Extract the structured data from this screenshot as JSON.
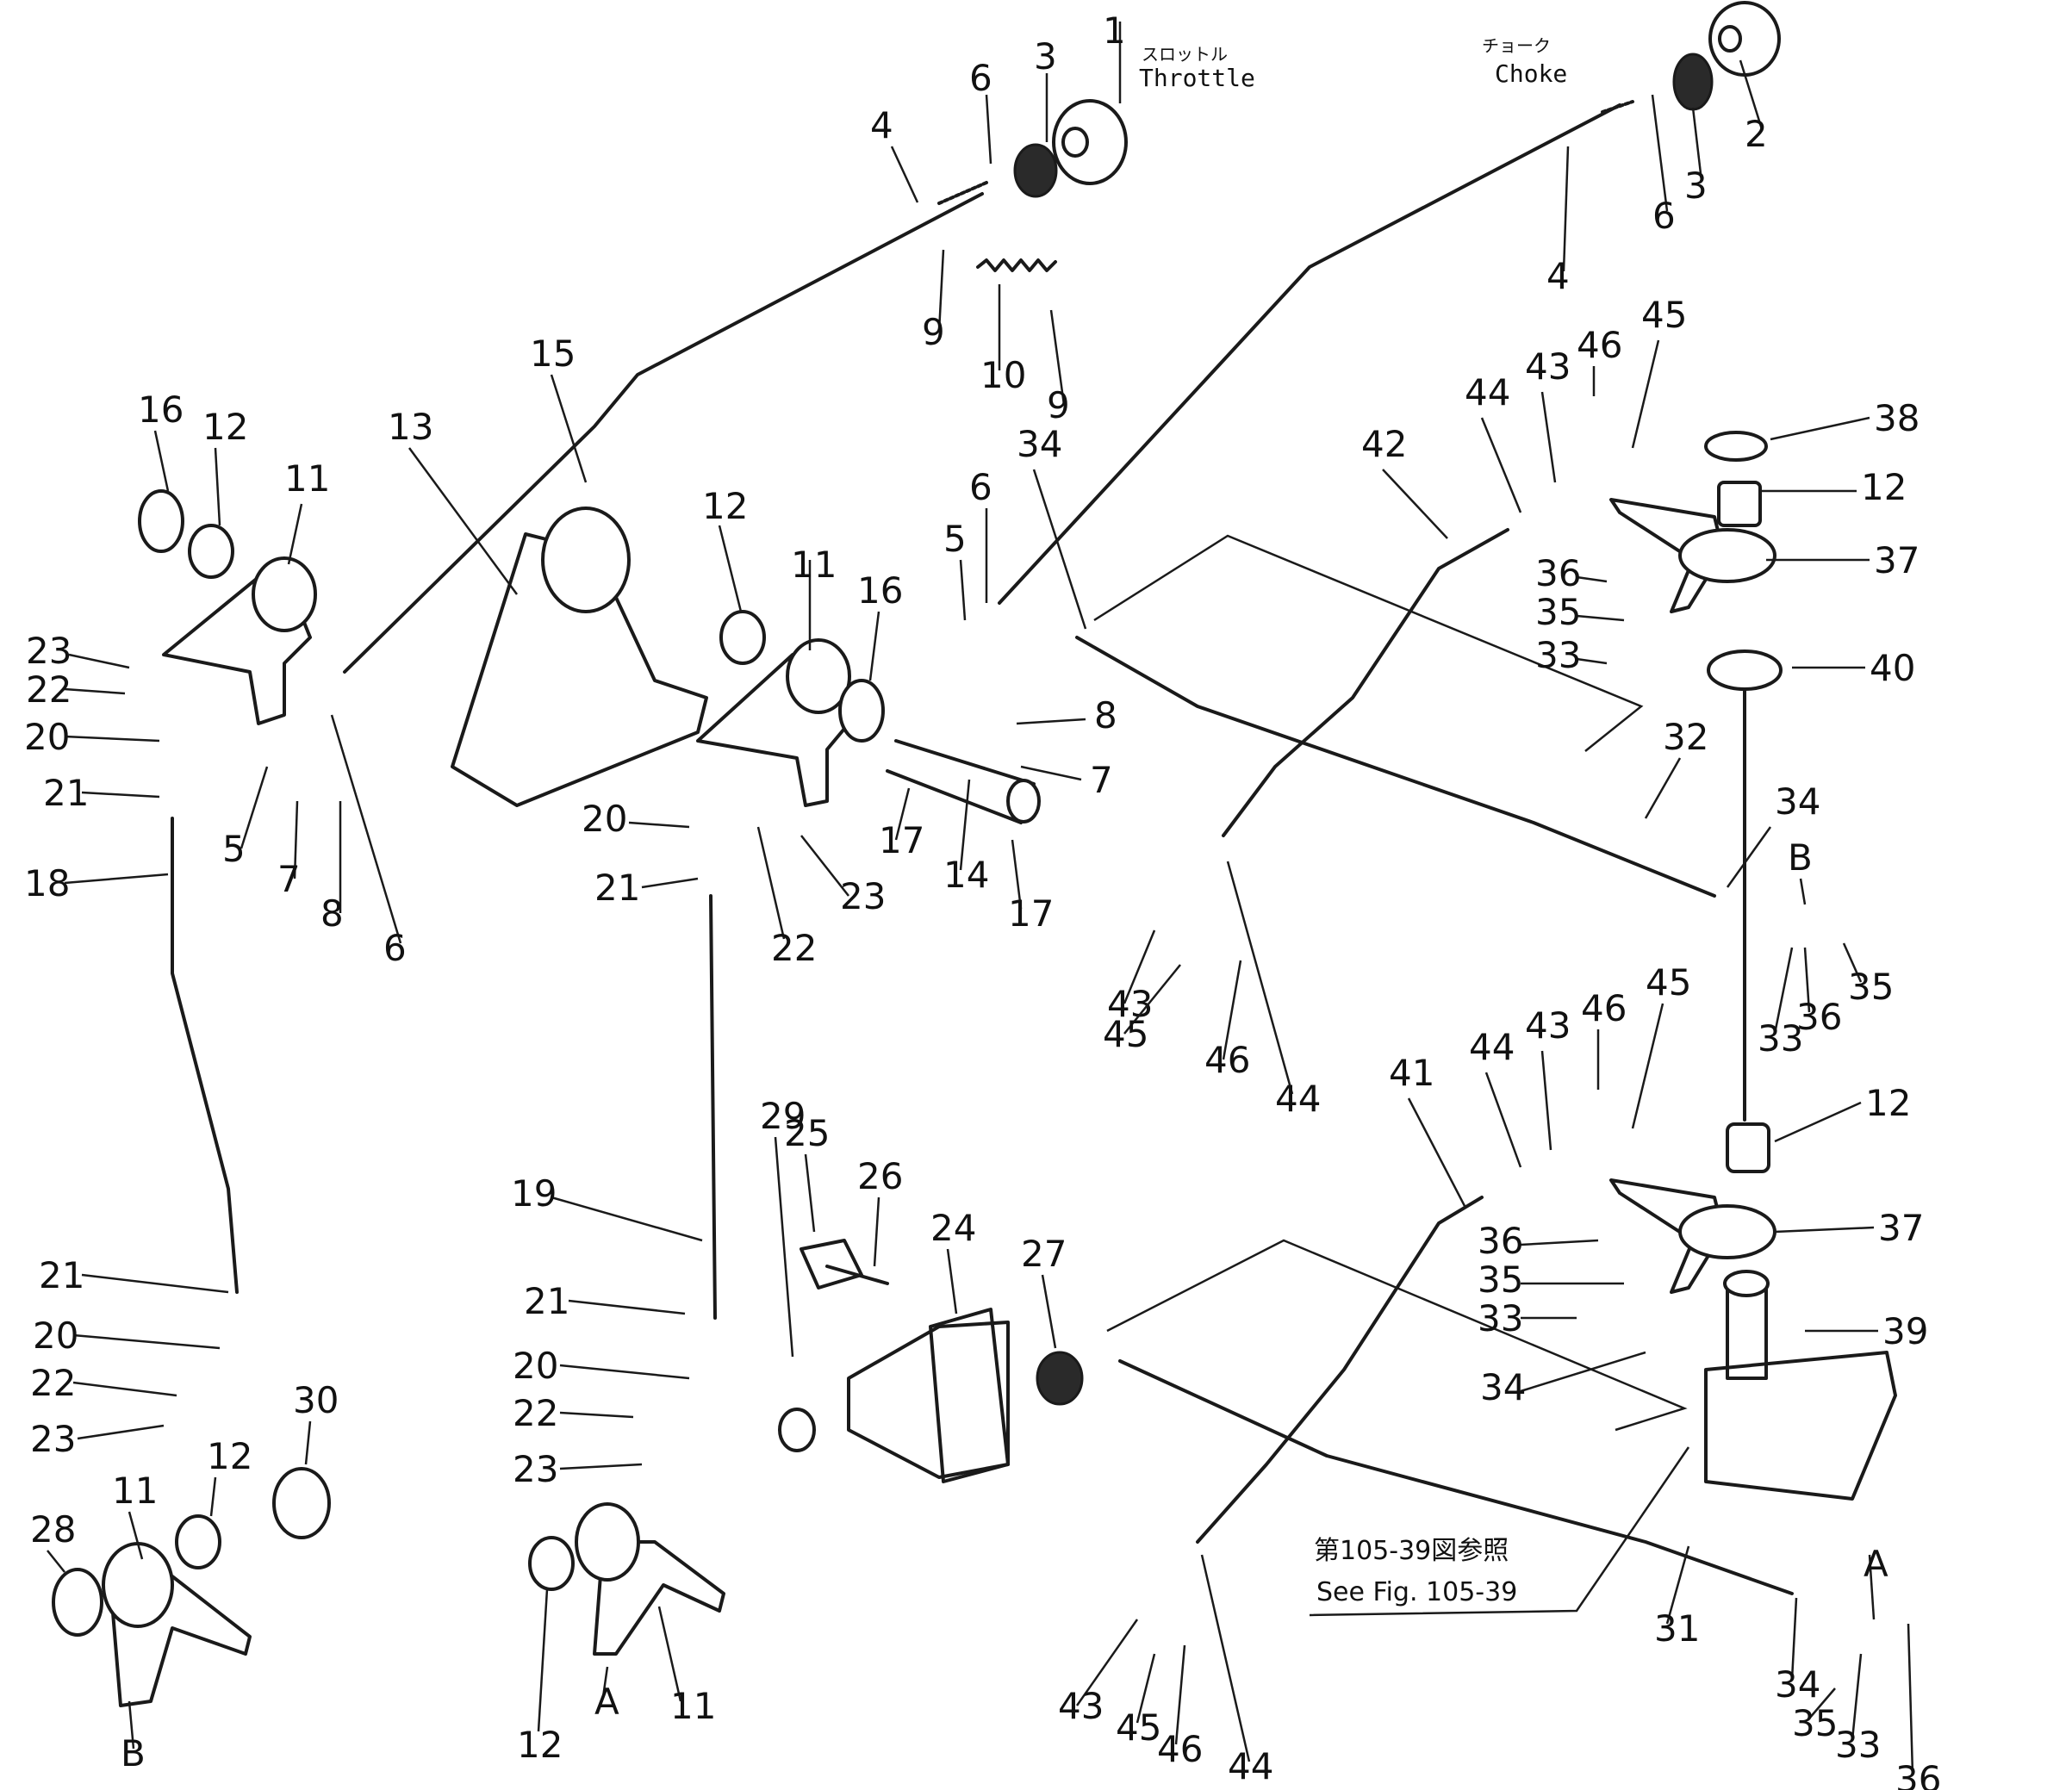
{
  "labels": {
    "throttle_jp": "スロットル",
    "throttle_en": "Throttle",
    "choke_jp": "チョーク",
    "choke_en": "Choke",
    "ref_jp": "第105-39図参照",
    "ref_en": "See Fig. 105-39"
  },
  "callouts": [
    {
      "id": "c1",
      "text": "1"
    },
    {
      "id": "c2",
      "text": "2"
    },
    {
      "id": "c3a",
      "text": "3"
    },
    {
      "id": "c3b",
      "text": "3"
    },
    {
      "id": "c4a",
      "text": "4"
    },
    {
      "id": "c4b",
      "text": "4"
    },
    {
      "id": "c5a",
      "text": "5"
    },
    {
      "id": "c5b",
      "text": "5"
    },
    {
      "id": "c6a",
      "text": "6"
    },
    {
      "id": "c6b",
      "text": "6"
    },
    {
      "id": "c6c",
      "text": "6"
    },
    {
      "id": "c6d",
      "text": "6"
    },
    {
      "id": "c7a",
      "text": "7"
    },
    {
      "id": "c7b",
      "text": "7"
    },
    {
      "id": "c8a",
      "text": "8"
    },
    {
      "id": "c8b",
      "text": "8"
    },
    {
      "id": "c9a",
      "text": "9"
    },
    {
      "id": "c9b",
      "text": "9"
    },
    {
      "id": "c10",
      "text": "10"
    },
    {
      "id": "c11a",
      "text": "11"
    },
    {
      "id": "c11b",
      "text": "11"
    },
    {
      "id": "c11c",
      "text": "11"
    },
    {
      "id": "c11d",
      "text": "11"
    },
    {
      "id": "c12a",
      "text": "12"
    },
    {
      "id": "c12b",
      "text": "12"
    },
    {
      "id": "c12c",
      "text": "12"
    },
    {
      "id": "c12d",
      "text": "12"
    },
    {
      "id": "c12e",
      "text": "12"
    },
    {
      "id": "c12f",
      "text": "12"
    },
    {
      "id": "c13",
      "text": "13"
    },
    {
      "id": "c14",
      "text": "14"
    },
    {
      "id": "c15",
      "text": "15"
    },
    {
      "id": "c16a",
      "text": "16"
    },
    {
      "id": "c16b",
      "text": "16"
    },
    {
      "id": "c17a",
      "text": "17"
    },
    {
      "id": "c17b",
      "text": "17"
    },
    {
      "id": "c18",
      "text": "18"
    },
    {
      "id": "c19",
      "text": "19"
    },
    {
      "id": "c20a",
      "text": "20"
    },
    {
      "id": "c20b",
      "text": "20"
    },
    {
      "id": "c20c",
      "text": "20"
    },
    {
      "id": "c20d",
      "text": "20"
    },
    {
      "id": "c21a",
      "text": "21"
    },
    {
      "id": "c21b",
      "text": "21"
    },
    {
      "id": "c21c",
      "text": "21"
    },
    {
      "id": "c21d",
      "text": "21"
    },
    {
      "id": "c22a",
      "text": "22"
    },
    {
      "id": "c22b",
      "text": "22"
    },
    {
      "id": "c22c",
      "text": "22"
    },
    {
      "id": "c22d",
      "text": "22"
    },
    {
      "id": "c23a",
      "text": "23"
    },
    {
      "id": "c23b",
      "text": "23"
    },
    {
      "id": "c23c",
      "text": "23"
    },
    {
      "id": "c23d",
      "text": "23"
    },
    {
      "id": "c24",
      "text": "24"
    },
    {
      "id": "c25",
      "text": "25"
    },
    {
      "id": "c26",
      "text": "26"
    },
    {
      "id": "c27",
      "text": "27"
    },
    {
      "id": "c28",
      "text": "28"
    },
    {
      "id": "c29",
      "text": "29"
    },
    {
      "id": "c30",
      "text": "30"
    },
    {
      "id": "c31",
      "text": "31"
    },
    {
      "id": "c32",
      "text": "32"
    },
    {
      "id": "c33a",
      "text": "33"
    },
    {
      "id": "c33b",
      "text": "33"
    },
    {
      "id": "c33c",
      "text": "33"
    },
    {
      "id": "c33d",
      "text": "33"
    },
    {
      "id": "c34a",
      "text": "34"
    },
    {
      "id": "c34b",
      "text": "34"
    },
    {
      "id": "c34c",
      "text": "34"
    },
    {
      "id": "c34d",
      "text": "34"
    },
    {
      "id": "c35a",
      "text": "35"
    },
    {
      "id": "c35b",
      "text": "35"
    },
    {
      "id": "c35c",
      "text": "35"
    },
    {
      "id": "c35d",
      "text": "35"
    },
    {
      "id": "c36a",
      "text": "36"
    },
    {
      "id": "c36b",
      "text": "36"
    },
    {
      "id": "c36c",
      "text": "36"
    },
    {
      "id": "c36d",
      "text": "36"
    },
    {
      "id": "c37a",
      "text": "37"
    },
    {
      "id": "c37b",
      "text": "37"
    },
    {
      "id": "c38",
      "text": "38"
    },
    {
      "id": "c39",
      "text": "39"
    },
    {
      "id": "c40",
      "text": "40"
    },
    {
      "id": "c41",
      "text": "41"
    },
    {
      "id": "c42",
      "text": "42"
    },
    {
      "id": "c43a",
      "text": "43"
    },
    {
      "id": "c43b",
      "text": "43"
    },
    {
      "id": "c43c",
      "text": "43"
    },
    {
      "id": "c43d",
      "text": "43"
    },
    {
      "id": "c44a",
      "text": "44"
    },
    {
      "id": "c44b",
      "text": "44"
    },
    {
      "id": "c44c",
      "text": "44"
    },
    {
      "id": "c44d",
      "text": "44"
    },
    {
      "id": "c45a",
      "text": "45"
    },
    {
      "id": "c45b",
      "text": "45"
    },
    {
      "id": "c45c",
      "text": "45"
    },
    {
      "id": "c45d",
      "text": "45"
    },
    {
      "id": "c46a",
      "text": "46"
    },
    {
      "id": "c46b",
      "text": "46"
    },
    {
      "id": "c46c",
      "text": "46"
    },
    {
      "id": "c46d",
      "text": "46"
    },
    {
      "id": "cAa",
      "text": "A"
    },
    {
      "id": "cAb",
      "text": "A"
    },
    {
      "id": "cBa",
      "text": "B"
    },
    {
      "id": "cBb",
      "text": "B"
    }
  ]
}
